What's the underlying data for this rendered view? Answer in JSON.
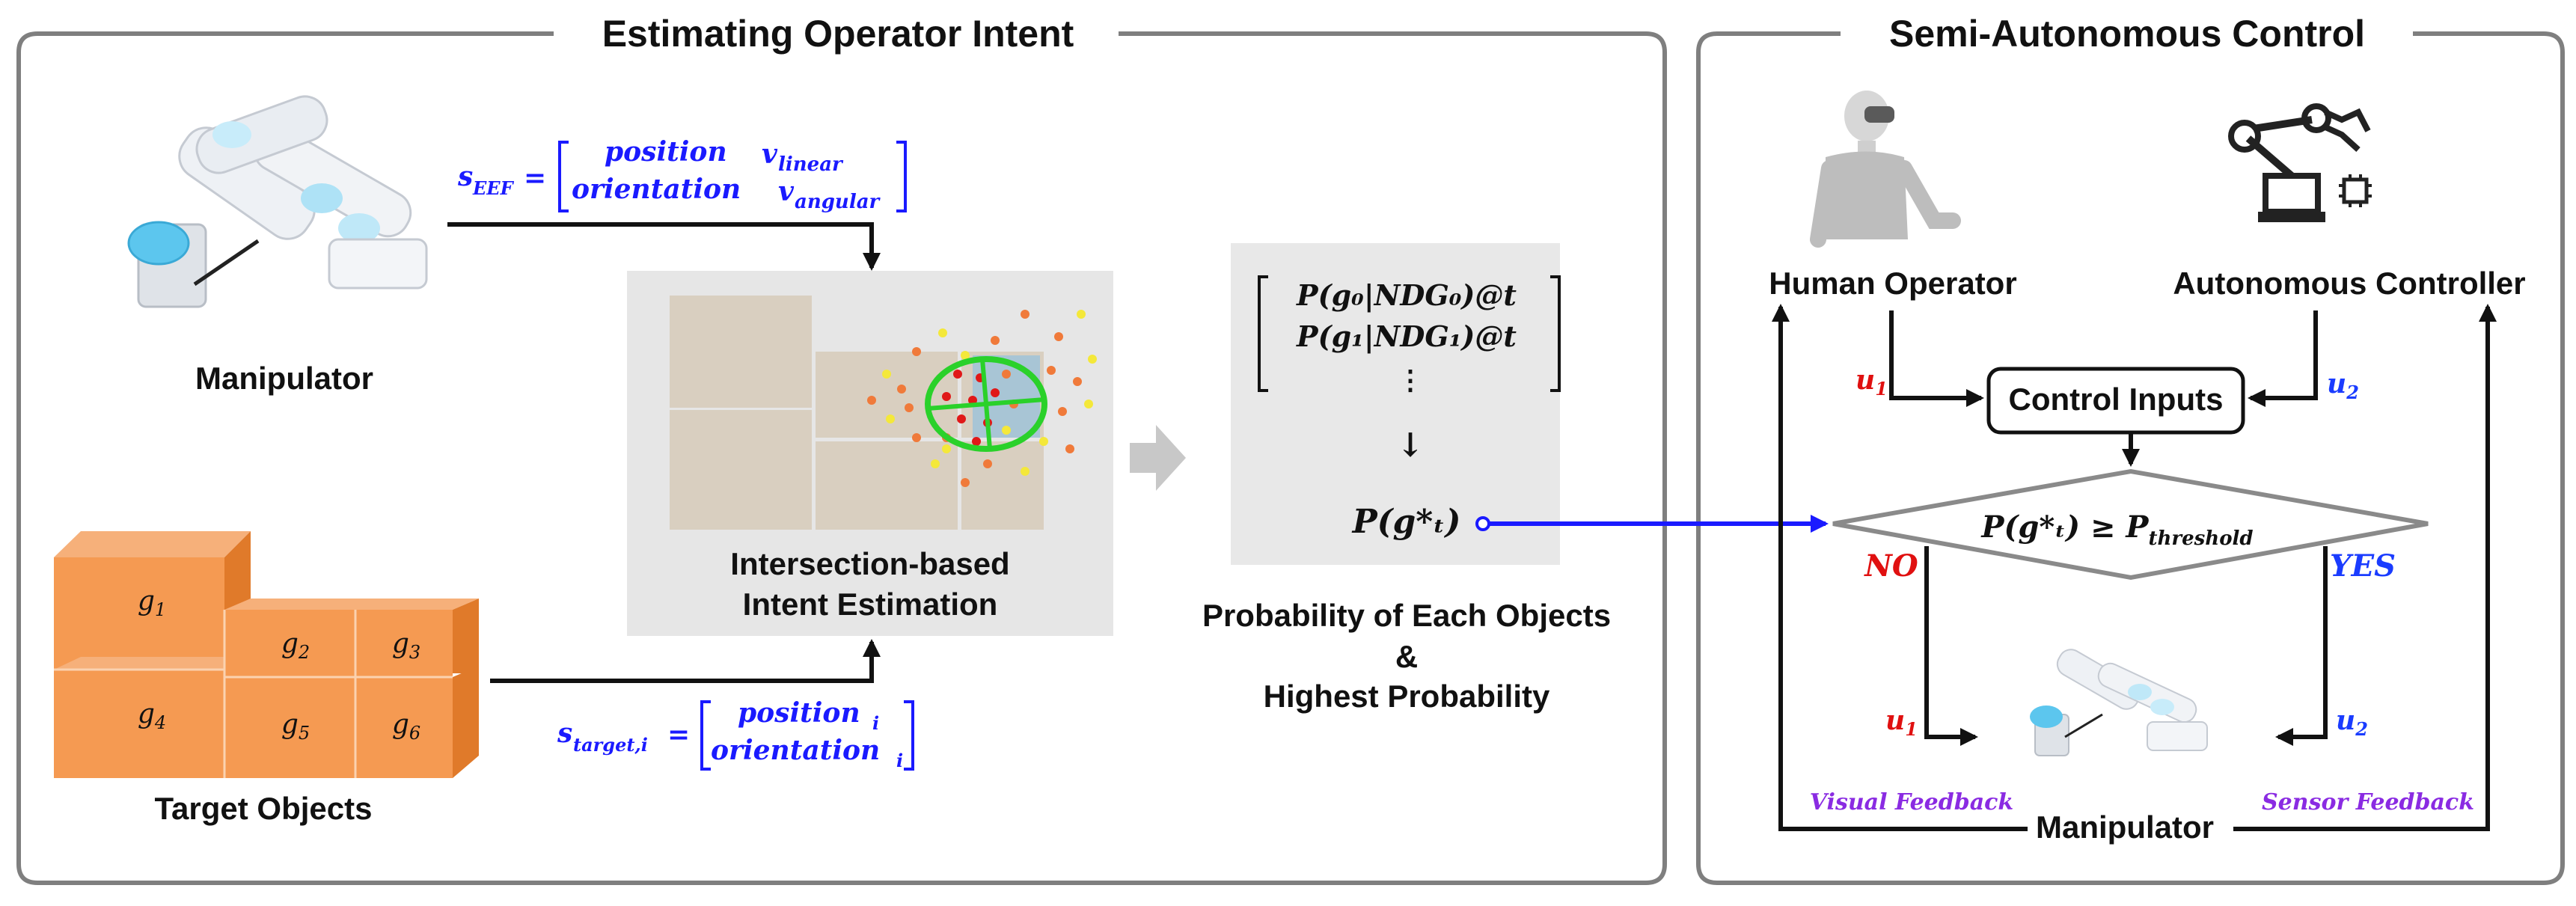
{
  "panels": {
    "left_title": "Estimating Operator Intent",
    "right_title": "Semi-Autonomous Control"
  },
  "left": {
    "manipulator_label": "Manipulator",
    "target_objects_label": "Target Objects",
    "seef_lhs": "s",
    "seef_sub": "EEF",
    "seef_r1c1": "position",
    "seef_r1c2": "v",
    "seef_r1c2_sub": "linear",
    "seef_r2c1": "orientation",
    "seef_r2c2": "v",
    "seef_r2c2_sub": "angular",
    "starget_lhs": "s",
    "starget_sub": "target,i",
    "starget_r1": "position",
    "starget_r2": "orientation",
    "starget_idx": "i",
    "objects": [
      "g1",
      "g2",
      "g3",
      "g4",
      "g5",
      "g6"
    ],
    "intent_label_1": "Intersection-based",
    "intent_label_2": "Intent Estimation",
    "prob_row1": "P(g₀|NDG₀)@t",
    "prob_row2": "P(g₁|NDG₁)@t",
    "prob_dots": "⋮",
    "prob_arrow": "↓",
    "prob_best": "P(g*ₜ)",
    "prob_label_1": "Probability of Each Objects",
    "prob_label_2": "&",
    "prob_label_3": "Highest Probability"
  },
  "right": {
    "human_operator": "Human Operator",
    "autonomous_controller": "Autonomous Controller",
    "control_inputs": "Control Inputs",
    "decision": "P(g*ₜ) ≥ P",
    "decision_sub": "threshold",
    "no": "NO",
    "yes": "YES",
    "u1": "u",
    "u1_sub": "1",
    "u2": "u",
    "u2_sub": "2",
    "manipulator_label": "Manipulator",
    "visual_feedback": "Visual Feedback",
    "sensor_feedback": "Sensor Feedback"
  },
  "colors": {
    "orange": "#f08a3c",
    "blue": "#1a1aff",
    "red": "#e01010",
    "purple": "#8a2be2",
    "gray_box": "#e6e6e6",
    "green": "#2ad12a"
  }
}
